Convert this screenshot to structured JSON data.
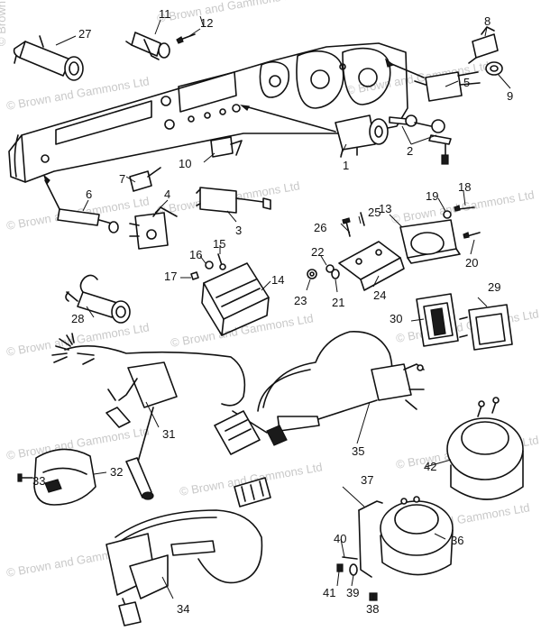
{
  "watermark": {
    "text": "© Brown and Gammons Ltd"
  },
  "callouts": [
    "1",
    "2",
    "3",
    "4",
    "5",
    "6",
    "7",
    "8",
    "9",
    "10",
    "11",
    "12",
    "13",
    "14",
    "15",
    "16",
    "17",
    "18",
    "19",
    "20",
    "21",
    "22",
    "23",
    "24",
    "25",
    "26",
    "27",
    "28",
    "29",
    "30",
    "31",
    "32",
    "33",
    "34",
    "35",
    "36",
    "37",
    "38",
    "39",
    "40",
    "41",
    "42"
  ],
  "colors": {
    "line": "#111111",
    "background": "#ffffff",
    "watermark": "#c9c9c9"
  }
}
